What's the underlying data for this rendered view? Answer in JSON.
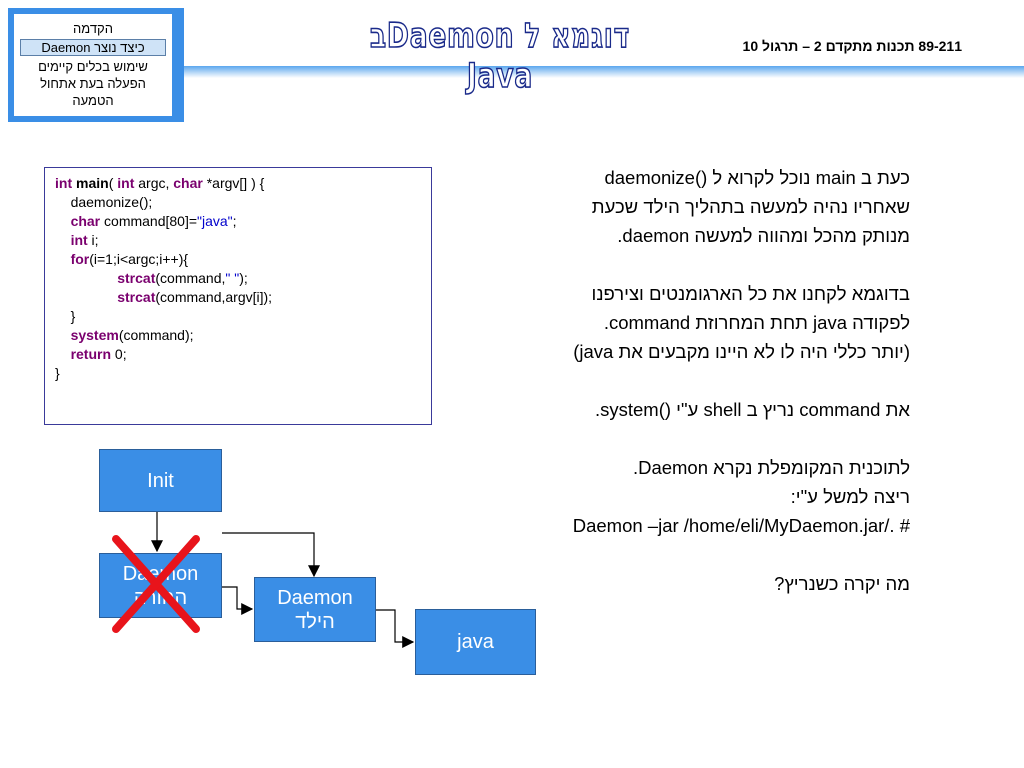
{
  "nav": {
    "items": [
      {
        "label": "הקדמה"
      },
      {
        "label": "כיצד נוצר Daemon"
      },
      {
        "label": "שימוש בכלים קיימים"
      },
      {
        "label": "הפעלה בעת אתחול"
      },
      {
        "label": "הטמעה"
      }
    ]
  },
  "header": {
    "title": "דוגמא ל Daemonב Java",
    "course": "89-211 תכנות מתקדם 2 – תרגול 10"
  },
  "code": {
    "l1": {
      "kw1": "int",
      "name": "main",
      "p1": "( ",
      "kw2": "int",
      "p2": " argc, ",
      "kw3": "char",
      "p3": " *argv[] ) {"
    },
    "l2": "daemonize();",
    "l3": {
      "kw": "char",
      "rest": " command[80]=",
      "str": "\"java\"",
      "end": ";"
    },
    "l4": {
      "kw": "int",
      "rest": " i;"
    },
    "l5": {
      "kw": "for",
      "rest": "(i=1;i<argc;i++){"
    },
    "l6": {
      "kw": "strcat",
      "rest": "(command,",
      "str": "\" \"",
      "end": ");"
    },
    "l7": {
      "kw": "strcat",
      "rest": "(command,argv[i]);"
    },
    "l8": "}",
    "l9": {
      "kw": "system",
      "rest": "(command);"
    },
    "l10": {
      "kw": "return",
      "rest": " 0;"
    },
    "l11": "}"
  },
  "text": {
    "p1": [
      "כעת ב main נוכל לקרוא ל ()daemonize",
      "שאחריו נהיה למעשה בתהליך הילד שכעת",
      "מנותק מהכל ומהווה למעשה daemon."
    ],
    "p2": [
      "בדוגמא לקחנו את כל הארגומנטים וצירפנו",
      "לפקודה java תחת המחרוזת command.",
      "(יותר כללי היה לו לא היינו מקבעים את java)"
    ],
    "p3": [
      "את command נריץ ב shell ע\"י ()system."
    ],
    "p4": [
      "לתוכנית המקומפלת נקרא Daemon.",
      "ריצה למשל ע\"י:",
      "# ./Daemon –jar /home/eli/MyDaemon.jar"
    ],
    "p5": [
      "מה יקרה כשנריץ?"
    ]
  },
  "diagram": {
    "init": "Init",
    "parent": [
      "Daemon",
      "ההורה"
    ],
    "child": [
      "Daemon",
      "הילד"
    ],
    "java": "java",
    "box_color": "#3a8ee6",
    "cross_color": "#e8141b"
  }
}
